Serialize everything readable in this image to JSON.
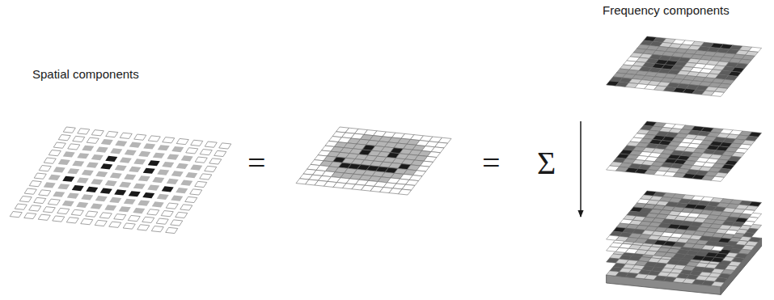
{
  "diagram": {
    "labels": [
      "Spatial components",
      "Frequency components",
      "=",
      "=",
      "Σ"
    ]
  }
}
